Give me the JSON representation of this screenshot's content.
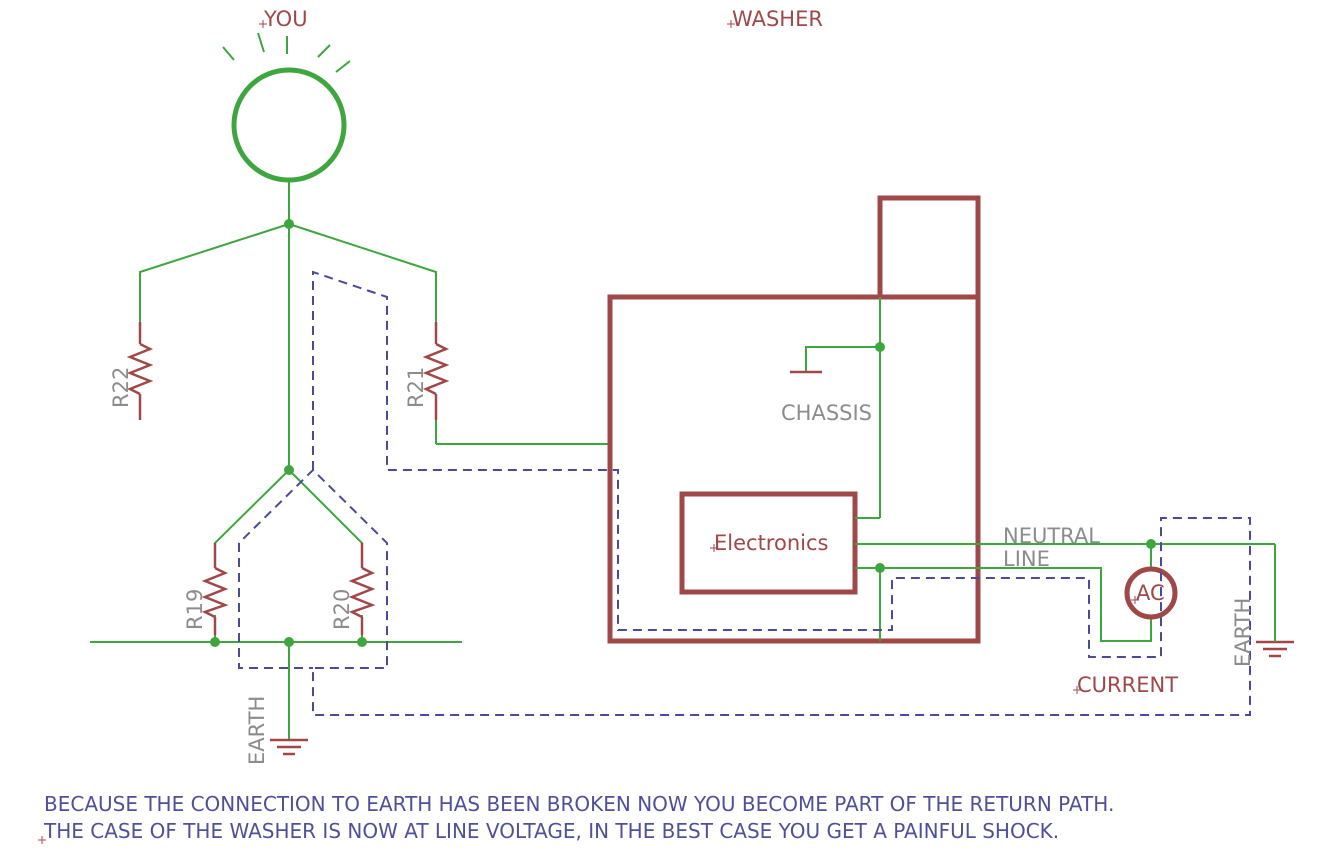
{
  "labels": {
    "you": "YOU",
    "washer": "WASHER",
    "chassis": "CHASSIS",
    "electronics": "Electronics",
    "neutral": "NEUTRAL",
    "line": "LINE",
    "ac": "AC",
    "current": "CURRENT",
    "earth_left": "EARTH",
    "earth_right": "EARTH",
    "r22": "R22",
    "r21": "R21",
    "r19": "R19",
    "r20": "R20"
  },
  "note": {
    "line1": "BECAUSE THE CONNECTION TO EARTH HAS BEEN BROKEN NOW YOU BECOME PART OF THE RETURN PATH.",
    "line2": "THE CASE OF THE WASHER IS NOW AT LINE VOLTAGE, IN THE BEST CASE YOU GET A PAINFUL SHOCK."
  },
  "colors": {
    "wire": "#3ea63e",
    "component": "#a04848",
    "current_path": "#4a4a9a",
    "label_gray": "#8c8c8c"
  }
}
